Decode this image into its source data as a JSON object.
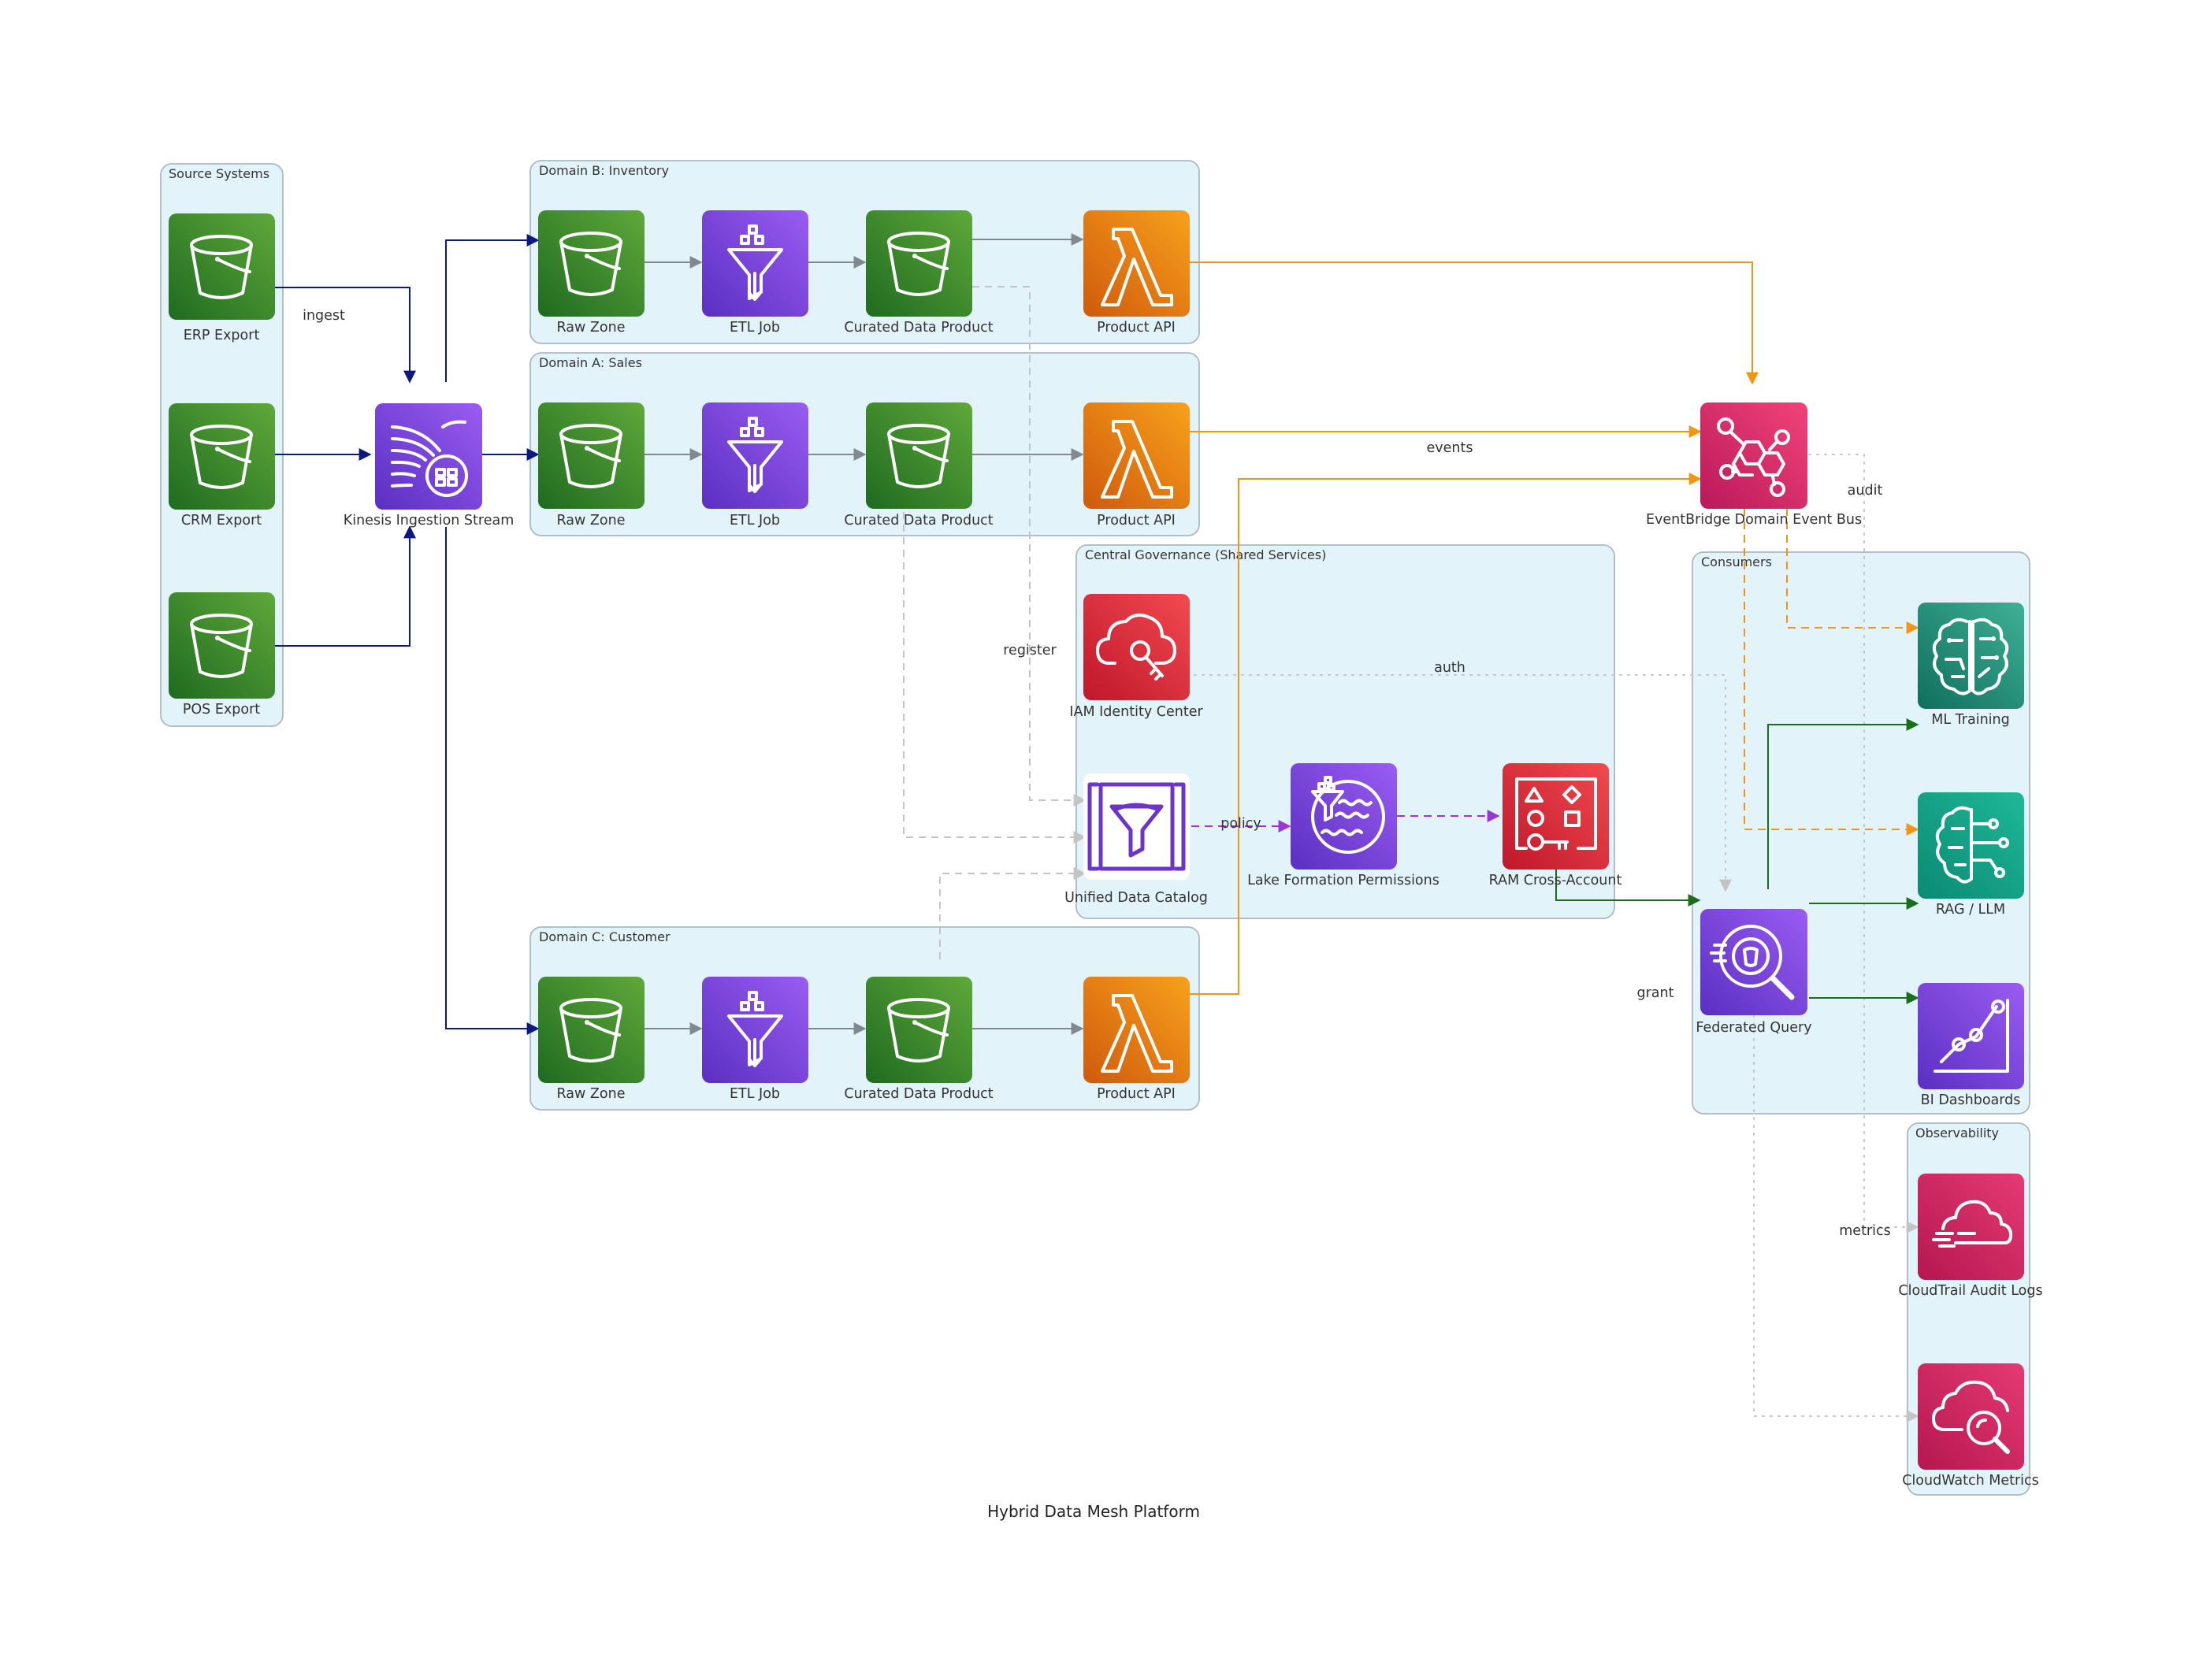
{
  "title": "Hybrid Data Mesh Platform",
  "colors": {
    "storage": "#3f8624",
    "analytics": "#6d3fd1",
    "compute": "#e8760f",
    "security": "#d6232f",
    "integration": "#d4266c",
    "ml": "#1d8a72",
    "management": "#c81f62",
    "cluster_fill": "#e3f3fa",
    "edge_ingest": "#0d1880",
    "edge_pipeline": "#808890",
    "edge_event": "#f39512",
    "edge_governance": "#c4c4c4",
    "edge_policy": "#9b36d6",
    "edge_consume": "#1a6e1a"
  },
  "clusters": [
    {
      "id": "src",
      "label": "Source Systems"
    },
    {
      "id": "domB",
      "label": "Domain B: Inventory"
    },
    {
      "id": "domA",
      "label": "Domain A: Sales"
    },
    {
      "id": "gov",
      "label": "Central Governance (Shared Services)"
    },
    {
      "id": "domC",
      "label": "Domain C: Customer"
    },
    {
      "id": "cons",
      "label": "Consumers"
    },
    {
      "id": "obs",
      "label": "Observability"
    }
  ],
  "nodes": [
    {
      "id": "erp",
      "label": "ERP Export",
      "icon": "s3-bucket-icon",
      "category": "storage"
    },
    {
      "id": "crm",
      "label": "CRM Export",
      "icon": "s3-bucket-icon",
      "category": "storage"
    },
    {
      "id": "pos",
      "label": "POS Export",
      "icon": "s3-bucket-icon",
      "category": "storage"
    },
    {
      "id": "kinesis",
      "label": "Kinesis Ingestion Stream",
      "icon": "kinesis-stream-icon",
      "category": "analytics"
    },
    {
      "id": "b_raw",
      "label": "Raw Zone",
      "icon": "s3-bucket-icon",
      "category": "storage"
    },
    {
      "id": "b_etl",
      "label": "ETL Job",
      "icon": "etl-funnel-icon",
      "category": "analytics"
    },
    {
      "id": "b_cur",
      "label": "Curated Data Product",
      "icon": "s3-bucket-icon",
      "category": "storage"
    },
    {
      "id": "b_api",
      "label": "Product API",
      "icon": "lambda-icon",
      "category": "compute"
    },
    {
      "id": "a_raw",
      "label": "Raw Zone",
      "icon": "s3-bucket-icon",
      "category": "storage"
    },
    {
      "id": "a_etl",
      "label": "ETL Job",
      "icon": "etl-funnel-icon",
      "category": "analytics"
    },
    {
      "id": "a_cur",
      "label": "Curated Data Product",
      "icon": "s3-bucket-icon",
      "category": "storage"
    },
    {
      "id": "a_api",
      "label": "Product API",
      "icon": "lambda-icon",
      "category": "compute"
    },
    {
      "id": "c_raw",
      "label": "Raw Zone",
      "icon": "s3-bucket-icon",
      "category": "storage"
    },
    {
      "id": "c_etl",
      "label": "ETL Job",
      "icon": "etl-funnel-icon",
      "category": "analytics"
    },
    {
      "id": "c_cur",
      "label": "Curated Data Product",
      "icon": "s3-bucket-icon",
      "category": "storage"
    },
    {
      "id": "c_api",
      "label": "Product API",
      "icon": "lambda-icon",
      "category": "compute"
    },
    {
      "id": "iam",
      "label": "IAM Identity Center",
      "icon": "identity-cloud-key-icon",
      "category": "security"
    },
    {
      "id": "catalog",
      "label": "Unified Data Catalog",
      "icon": "data-catalog-icon",
      "category": "analytics"
    },
    {
      "id": "lakeform",
      "label": "Lake Formation Permissions",
      "icon": "lake-formation-icon",
      "category": "analytics"
    },
    {
      "id": "ram",
      "label": "RAM Cross-Account",
      "icon": "resource-access-manager-icon",
      "category": "security"
    },
    {
      "id": "eventbus",
      "label": "EventBridge Domain Event Bus",
      "icon": "eventbridge-icon",
      "category": "integration"
    },
    {
      "id": "fedq",
      "label": "Federated Query",
      "icon": "athena-query-icon",
      "category": "analytics"
    },
    {
      "id": "ml",
      "label": "ML Training",
      "icon": "brain-circuit-icon",
      "category": "ml"
    },
    {
      "id": "rag",
      "label": "RAG / LLM",
      "icon": "llm-circuit-icon",
      "category": "ml"
    },
    {
      "id": "bi",
      "label": "BI Dashboards",
      "icon": "dashboard-chart-icon",
      "category": "analytics"
    },
    {
      "id": "cloudtrail",
      "label": "CloudTrail Audit Logs",
      "icon": "cloudtrail-icon",
      "category": "management"
    },
    {
      "id": "cloudwatch",
      "label": "CloudWatch Metrics",
      "icon": "cloudwatch-icon",
      "category": "management"
    }
  ],
  "edges": [
    {
      "from": "erp",
      "to": "kinesis",
      "style": "ingest",
      "label": "ingest"
    },
    {
      "from": "crm",
      "to": "kinesis",
      "style": "ingest",
      "label": ""
    },
    {
      "from": "pos",
      "to": "kinesis",
      "style": "ingest",
      "label": ""
    },
    {
      "from": "kinesis",
      "to": "b_raw",
      "style": "ingest",
      "label": ""
    },
    {
      "from": "kinesis",
      "to": "a_raw",
      "style": "ingest",
      "label": ""
    },
    {
      "from": "kinesis",
      "to": "c_raw",
      "style": "ingest",
      "label": ""
    },
    {
      "from": "b_raw",
      "to": "b_etl",
      "style": "pipeline",
      "label": ""
    },
    {
      "from": "b_etl",
      "to": "b_cur",
      "style": "pipeline",
      "label": ""
    },
    {
      "from": "b_cur",
      "to": "b_api",
      "style": "pipeline",
      "label": ""
    },
    {
      "from": "a_raw",
      "to": "a_etl",
      "style": "pipeline",
      "label": ""
    },
    {
      "from": "a_etl",
      "to": "a_cur",
      "style": "pipeline",
      "label": ""
    },
    {
      "from": "a_cur",
      "to": "a_api",
      "style": "pipeline",
      "label": ""
    },
    {
      "from": "c_raw",
      "to": "c_etl",
      "style": "pipeline",
      "label": ""
    },
    {
      "from": "c_etl",
      "to": "c_cur",
      "style": "pipeline",
      "label": ""
    },
    {
      "from": "c_cur",
      "to": "c_api",
      "style": "pipeline",
      "label": ""
    },
    {
      "from": "b_api",
      "to": "eventbus",
      "style": "event",
      "label": ""
    },
    {
      "from": "a_api",
      "to": "eventbus",
      "style": "event",
      "label": "events"
    },
    {
      "from": "c_api",
      "to": "eventbus",
      "style": "event",
      "label": ""
    },
    {
      "from": "b_cur",
      "to": "catalog",
      "style": "governance",
      "label": "register"
    },
    {
      "from": "a_cur",
      "to": "catalog",
      "style": "governance",
      "label": ""
    },
    {
      "from": "c_cur",
      "to": "catalog",
      "style": "governance",
      "label": ""
    },
    {
      "from": "catalog",
      "to": "lakeform",
      "style": "policy",
      "label": "policy"
    },
    {
      "from": "lakeform",
      "to": "ram",
      "style": "policy",
      "label": ""
    },
    {
      "from": "iam",
      "to": "fedq",
      "style": "auth",
      "label": "auth"
    },
    {
      "from": "ram",
      "to": "fedq",
      "style": "consume",
      "label": "grant"
    },
    {
      "from": "fedq",
      "to": "ml",
      "style": "consume",
      "label": ""
    },
    {
      "from": "fedq",
      "to": "rag",
      "style": "consume",
      "label": ""
    },
    {
      "from": "fedq",
      "to": "bi",
      "style": "consume",
      "label": ""
    },
    {
      "from": "eventbus",
      "to": "ml",
      "style": "event-dashed",
      "label": ""
    },
    {
      "from": "eventbus",
      "to": "rag",
      "style": "event-dashed",
      "label": ""
    },
    {
      "from": "eventbus",
      "to": "cloudtrail",
      "style": "audit",
      "label": "audit"
    },
    {
      "from": "fedq",
      "to": "cloudwatch",
      "style": "audit",
      "label": "metrics"
    }
  ]
}
